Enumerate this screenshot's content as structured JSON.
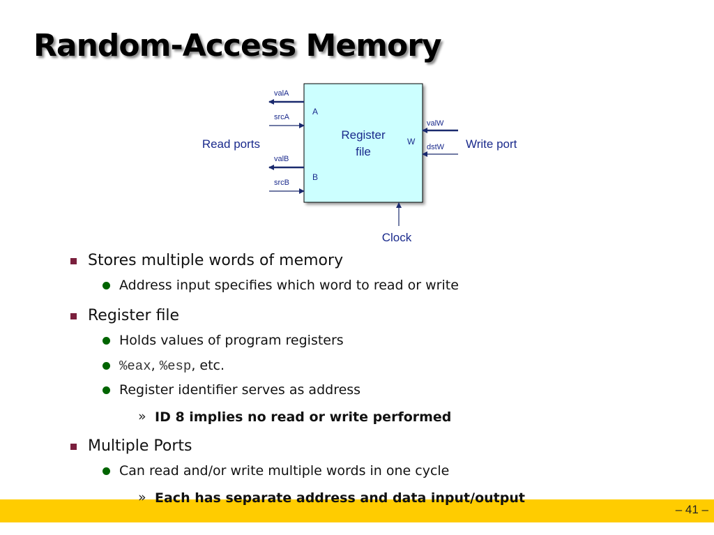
{
  "title": "Random-Access Memory",
  "diagram": {
    "box_label_line1": "Register",
    "box_label_line2": "file",
    "port_a": "A",
    "port_b": "B",
    "port_w": "W",
    "valA": "valA",
    "srcA": "srcA",
    "valB": "valB",
    "srcB": "srcB",
    "valW": "valW",
    "dstW": "dstW",
    "read_ports": "Read ports",
    "write_port": "Write port",
    "clock": "Clock",
    "colors": {
      "box_fill": "#ccffff",
      "label_blue": "#1a2a8c",
      "arrow": "#1a2a6e"
    }
  },
  "bullets": {
    "b1": "Stores multiple words of memory",
    "b1_1": "Address input specifies which word to read or write",
    "b2": "Register file",
    "b2_1": "Holds values of program registers",
    "b2_2_reg1": "%eax",
    "b2_2_sep": ", ",
    "b2_2_reg2": "%esp",
    "b2_2_tail": ", etc.",
    "b2_3": "Register identifier serves as address",
    "b2_3_1": "ID 8 implies no read or write performed",
    "b3": "Multiple Ports",
    "b3_1": "Can read and/or write multiple words in one cycle",
    "b3_1_1": "Each has separate address and data input/output"
  },
  "footer": {
    "page_number": "– 41 –",
    "color": "#ffcc00"
  }
}
